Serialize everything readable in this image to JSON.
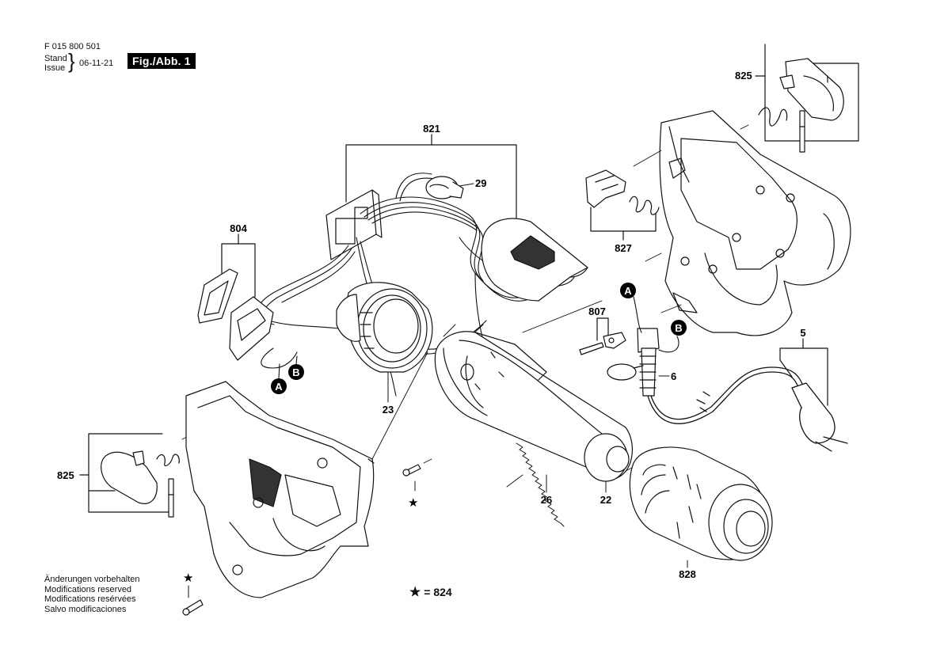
{
  "header": {
    "part_number": "F 015 800 501",
    "stand_label": "Stand",
    "issue_label": "Issue",
    "issue_date": "06-11-21",
    "figure_label": "Fig./Abb. 1"
  },
  "footer": {
    "notes": [
      "Änderungen vorbehalten",
      "Modifications reserved",
      "Modifications resérvées",
      "Salvo modificaciones"
    ]
  },
  "legend": {
    "star_symbol": "★",
    "equals": "=",
    "value": "824"
  },
  "callouts": {
    "p821": "821",
    "p29": "29",
    "p804": "804",
    "p23": "23",
    "p825_top": "825",
    "p827": "827",
    "p807": "807",
    "p5": "5",
    "p6": "6",
    "p825_left": "825",
    "p26": "26",
    "p22": "22",
    "p828": "828",
    "connector_a": "A",
    "connector_b": "B"
  },
  "colors": {
    "line": "#111111",
    "fill": "#ffffff",
    "shade": "#d9d9d9",
    "dark": "#333333",
    "badge": "#000000"
  }
}
